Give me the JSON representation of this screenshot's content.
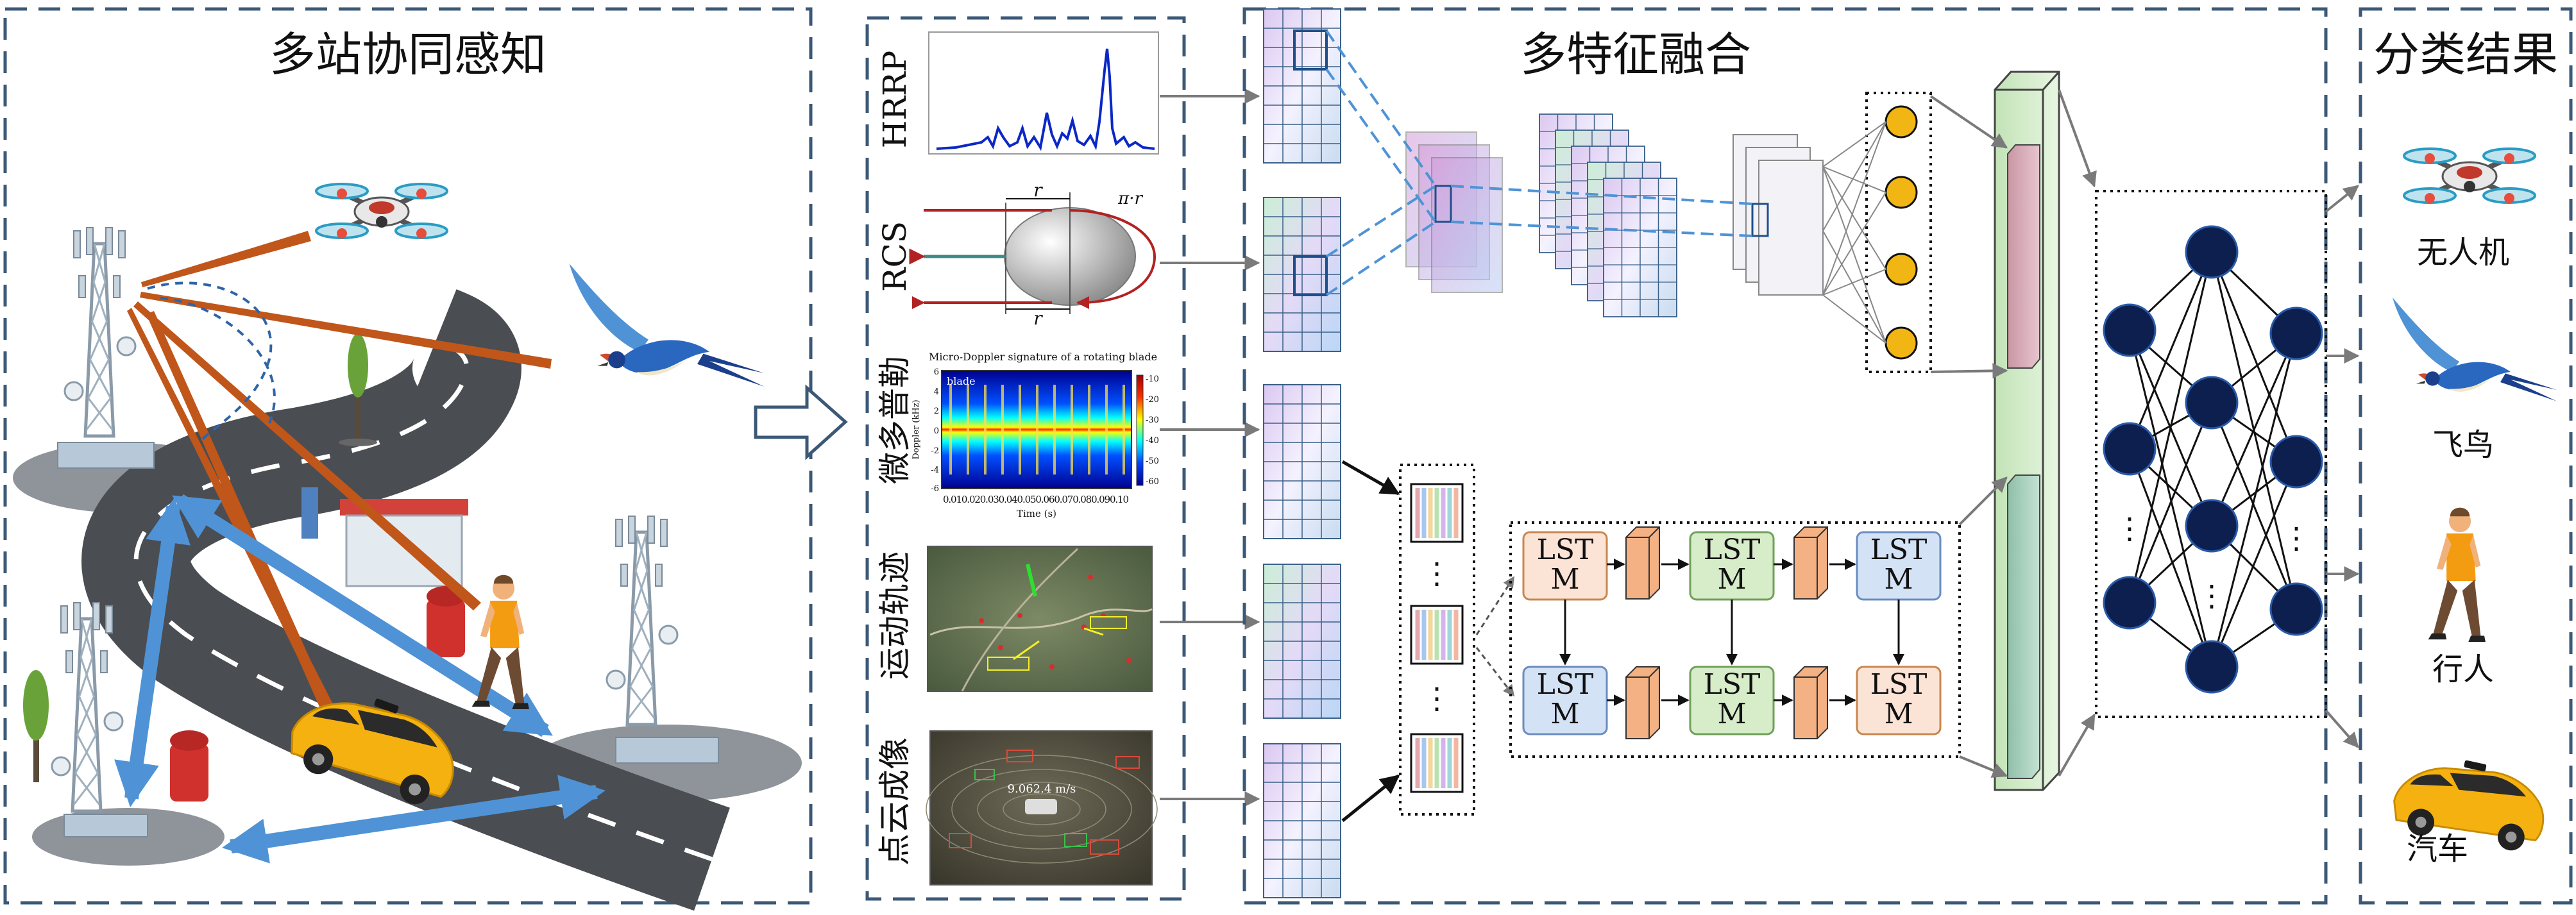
{
  "titles": {
    "sensing": "多站协同感知",
    "fusion": "多特征融合",
    "result": "分类结果"
  },
  "features": {
    "hrrp": "HRRP",
    "rcs": "RCS",
    "doppler": "微多普勒",
    "trajectory": "运动轨迹",
    "pointcloud": "点云成像"
  },
  "rcs_plot": {
    "r_top": "r",
    "r_bottom": "r",
    "pi_r": "π·r"
  },
  "doppler_plot": {
    "title": "Micro-Doppler signature of a rotating blade",
    "blade": "blade",
    "ylabel": "Doppler (kHz)",
    "xlabel": "Time (s)",
    "yticks": [
      "6",
      "4",
      "2",
      "0",
      "-2",
      "-4",
      "-6"
    ],
    "xticks": "0.010.020.030.040.050.060.070.080.090.10",
    "cticks": [
      "-10",
      "-20",
      "-30",
      "-40",
      "-50",
      "-60"
    ]
  },
  "pointcloud_plot": {
    "speed": "9.062.4 m/s"
  },
  "lstm": {
    "cell": "LST\nM"
  },
  "ellipsis": "⋮",
  "classes": [
    "无人机",
    "飞鸟",
    "行人",
    "汽车"
  ],
  "colors": {
    "frame": "#3b5877",
    "beam_orange": "#c0561a",
    "beam_blue": "#4f93d6",
    "node_navy": "#0d1f4f",
    "node_yellow": "#f2b614",
    "lstm_orange": "#fbe3d6",
    "lstm_green": "#d7ecc8",
    "lstm_blue": "#d4e2f5",
    "fc_green": "#d8ecd0"
  }
}
